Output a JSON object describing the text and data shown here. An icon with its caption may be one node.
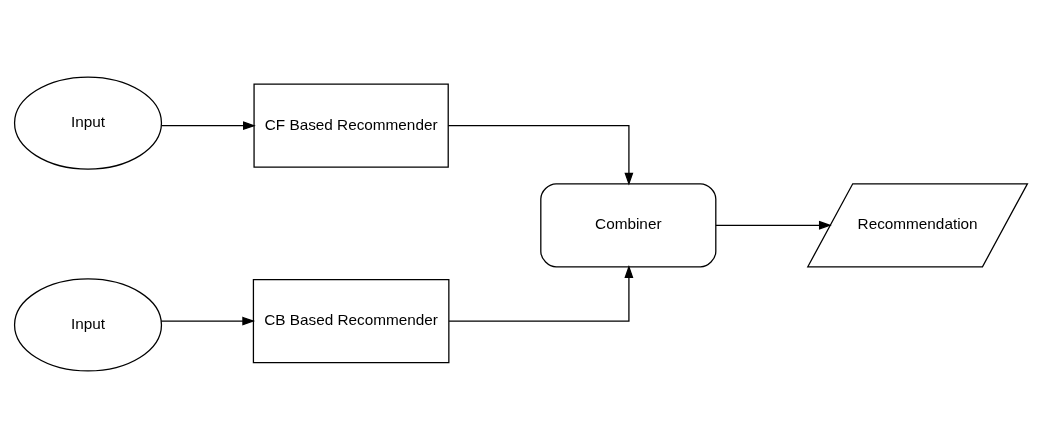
{
  "diagram": {
    "nodes": [
      {
        "text": [
          "Input"
        ]
      },
      {
        "text": [
          "CF Based Recommender"
        ]
      },
      {
        "text": [
          "Combiner"
        ]
      },
      {
        "text": [
          "Recommendation"
        ]
      },
      {
        "text": [
          "Input"
        ]
      },
      {
        "text": [
          "CB Based Recommender"
        ]
      }
    ],
    "edges": [
      {
        "from": 0,
        "to": 1,
        "arrow": "to"
      },
      {
        "from": 1,
        "to": 2,
        "arrow": "to"
      },
      {
        "from": 2,
        "to": 3,
        "arrow": "to"
      },
      {
        "from": 4,
        "to": 5,
        "arrow": "to"
      },
      {
        "from": 5,
        "to": 2,
        "arrow": "to"
      }
    ]
  }
}
